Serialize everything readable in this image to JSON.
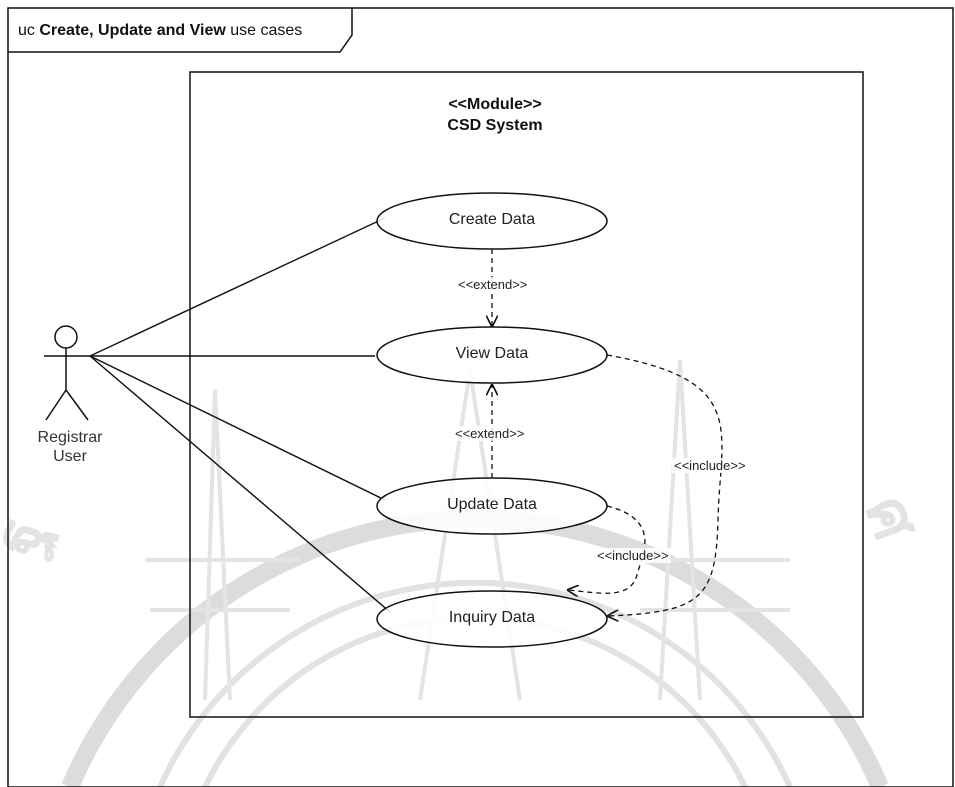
{
  "frame": {
    "prefix": "uc",
    "title_bold": "Create, Update and View",
    "title_rest": "use cases"
  },
  "system": {
    "stereotype": "<<Module>>",
    "name": "CSD System"
  },
  "actor": {
    "line1": "Registrar",
    "line2": "User"
  },
  "use_cases": [
    {
      "id": "create",
      "label": "Create  Data"
    },
    {
      "id": "view",
      "label": "View Data"
    },
    {
      "id": "update",
      "label": "Update Data"
    },
    {
      "id": "inquiry",
      "label": "Inquiry Data"
    }
  ],
  "relationships": [
    {
      "from": "Create  Data",
      "to": "View Data",
      "label": "<<extend>>"
    },
    {
      "from": "Update Data",
      "to": "View Data",
      "label": "<<extend>>"
    },
    {
      "from": "View Data",
      "to": "Inquiry Data",
      "label": "<<include>>"
    },
    {
      "from": "Update Data",
      "to": "Inquiry Data",
      "label": "<<include>>"
    }
  ],
  "colors": {
    "line": "#111111",
    "watermark": "#d9d9d9"
  }
}
